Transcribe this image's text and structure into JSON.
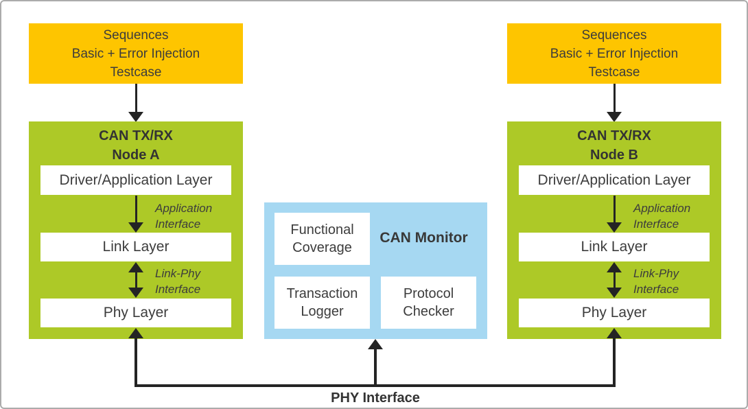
{
  "diagram_title": "CAN verification environment block diagram",
  "colors": {
    "sequences_box": "#fec500",
    "node_box": "#adc927",
    "monitor_box": "#a6d8f2",
    "inner_box": "#ffffff",
    "arrow": "#242424",
    "text": "#3c3c3c",
    "frame_border": "#ababab"
  },
  "sequences": {
    "line1": "Sequences",
    "line2": "Basic +  Error Injection",
    "line3": "Testcase"
  },
  "nodes": [
    {
      "title_line1": "CAN TX/RX",
      "title_line2": "Node A",
      "layers": [
        "Driver/Application Layer",
        "Link Layer",
        "Phy Layer"
      ],
      "interfaces": [
        {
          "line1": "Application",
          "line2": "Interface"
        },
        {
          "line1": "Link-Phy",
          "line2": "Interface"
        }
      ]
    },
    {
      "title_line1": "CAN TX/RX",
      "title_line2": "Node B",
      "layers": [
        "Driver/Application Layer",
        "Link Layer",
        "Phy Layer"
      ],
      "interfaces": [
        {
          "line1": "Application",
          "line2": "Interface"
        },
        {
          "line1": "Link-Phy",
          "line2": "Interface"
        }
      ]
    }
  ],
  "monitor": {
    "title": "CAN Monitor",
    "blocks": [
      {
        "line1": "Functional",
        "line2": "Coverage"
      },
      {
        "line1": "Transaction",
        "line2": "Logger"
      },
      {
        "line1": "Protocol",
        "line2": "Checker"
      }
    ]
  },
  "bus_label": "PHY Interface"
}
